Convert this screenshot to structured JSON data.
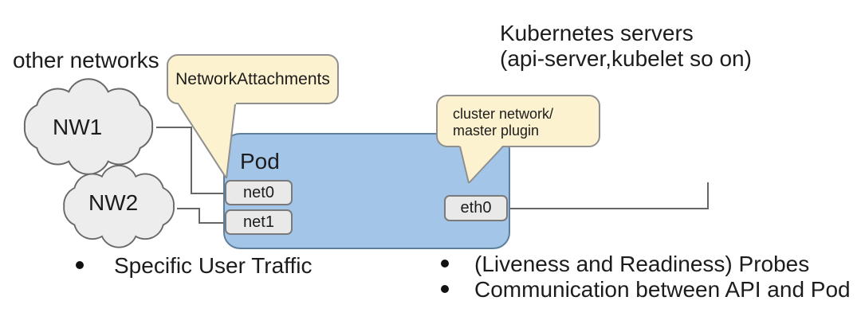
{
  "diagram": {
    "other_networks_label": "other networks",
    "kubernetes_servers": {
      "line1": "Kubernetes servers",
      "line2": "(api-server,kubelet so on)"
    },
    "clouds": [
      {
        "label": "NW1"
      },
      {
        "label": "NW2"
      }
    ],
    "pod": {
      "label": "Pod",
      "interfaces": [
        "net0",
        "net1",
        "eth0"
      ]
    },
    "callouts": [
      {
        "text": "NetworkAttachments"
      },
      {
        "line1": "cluster network/",
        "line2": "master plugin"
      }
    ]
  },
  "bullets": {
    "left": [
      "Specific User Traffic"
    ],
    "right": [
      "(Liveness and Readiness) Probes",
      "Communication between API and Pod"
    ]
  },
  "colors": {
    "bg": "#ffffff",
    "text": "#1c1c1c",
    "line": "#666666",
    "pod_fill": "#a3c6e8",
    "pod_stroke": "#5e7e9b",
    "callout_fill": "#fdf2cf",
    "callout_stroke": "#8f8f8f",
    "box_fill": "#e9e9e9",
    "box_stroke": "#7a7a7a",
    "cloud_fill": "#ededed",
    "cloud_stroke": "#686868"
  }
}
